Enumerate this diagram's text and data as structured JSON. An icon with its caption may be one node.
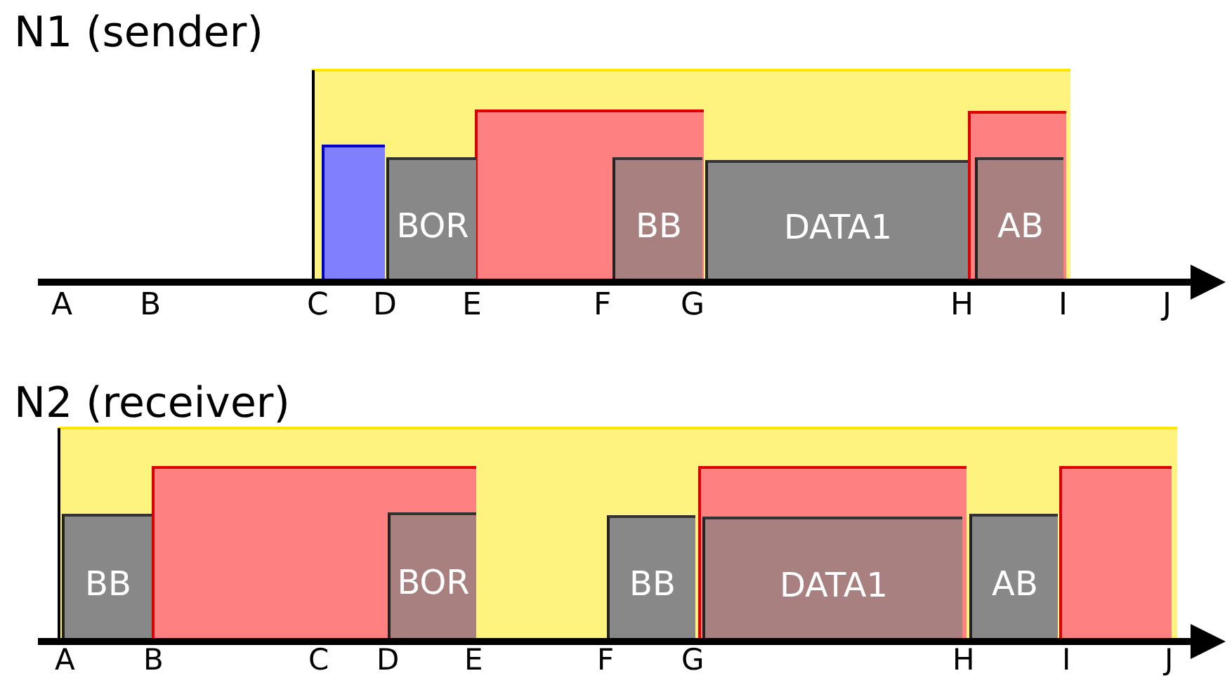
{
  "diagram": {
    "nodes": [
      {
        "text": [
          "BOR"
        ]
      },
      {
        "text": [
          "BB"
        ]
      },
      {
        "text": [
          "DATA1"
        ]
      },
      {
        "text": [
          "AB"
        ]
      },
      {
        "text": [
          "BB"
        ]
      },
      {
        "text": [
          "BOR"
        ]
      },
      {
        "text": [
          "BB"
        ]
      },
      {
        "text": [
          "DATA1"
        ]
      },
      {
        "text": [
          "AB"
        ]
      }
    ],
    "labels": [
      "N1 (sender)",
      "A",
      "B",
      "C",
      "D",
      "E",
      "F",
      "G",
      "H",
      "I",
      "J",
      "N2 (receiver)",
      "A",
      "B",
      "C",
      "D",
      "E",
      "F",
      "G",
      "H",
      "I",
      "J"
    ]
  }
}
